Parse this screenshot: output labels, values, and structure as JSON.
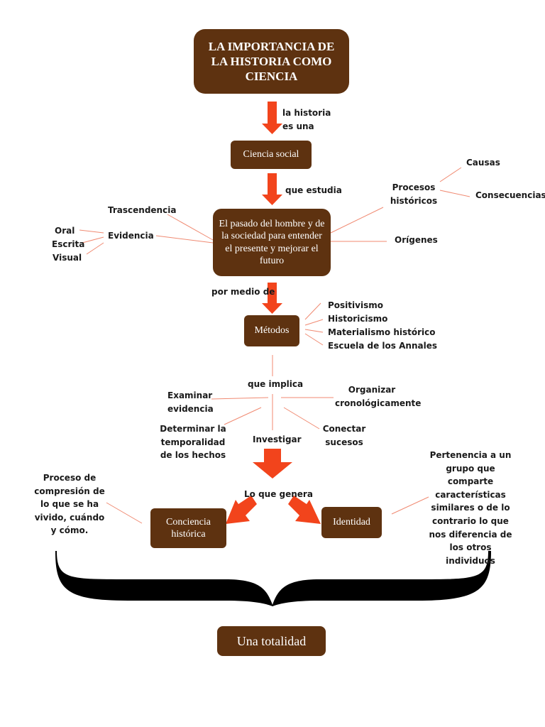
{
  "title": "LA IMPORTANCIA DE LA HISTORIA COMO CIENCIA",
  "nodes": {
    "ciencia_social": "Ciencia social",
    "pasado": "El pasado del hombre y de la sociedad para entender el presente y mejorar el futuro",
    "metodos": "Métodos",
    "conciencia": "Conciencia histórica",
    "identidad": "Identidad",
    "totalidad": "Una totalidad"
  },
  "connectors": {
    "la_historia_es_una": "la historia es una",
    "que_estudia": "que estudia",
    "por_medio_de": "por medio de",
    "que_implica": "que implica",
    "investigar": "Investigar",
    "lo_que_genera": "Lo que genera"
  },
  "labels": {
    "causas": "Causas",
    "procesos_historicos": "Procesos históricos",
    "consecuencias": "Consecuencias",
    "origenes": "Orígenes",
    "trascendencia": "Trascendencia",
    "evidencia": "Evidencia",
    "oral": "Oral",
    "escrita": "Escrita",
    "visual": "Visual",
    "positivismo": "Positivismo",
    "historicismo": "Historicismo",
    "materialismo": "Materialismo histórico",
    "annales": "Escuela de los Annales",
    "examinar": "Examinar evidencia",
    "organizar": "Organizar cronológicamente",
    "determinar": "Determinar la temporalidad de los hechos",
    "conectar": "Conectar sucesos",
    "proceso_comprension": "Proceso de compresión de lo que se ha vivido, cuándo y cómo.",
    "pertenencia": "Pertenencia a un grupo que comparte características similares o de lo contrario lo que nos diferencia de los otros individuos"
  },
  "colors": {
    "box": "#5e3210",
    "arrow": "#f2441c",
    "line": "#f08a72",
    "brace": "#000000"
  }
}
